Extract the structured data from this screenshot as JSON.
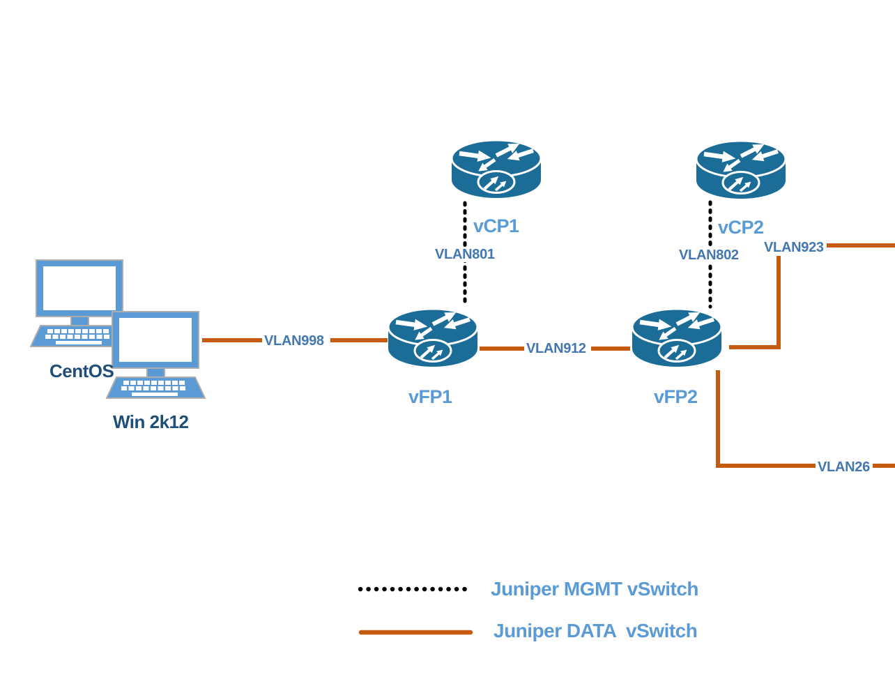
{
  "diagram_type": "network-topology",
  "nodes": {
    "vcp1": "vCP1",
    "vcp2": "vCP2",
    "vfp1": "vFP1",
    "vfp2": "vFP2",
    "host_centos": "CentOS",
    "host_win": "Win 2k12"
  },
  "vlan_labels": {
    "vlan801": "VLAN801",
    "vlan802": "VLAN802",
    "vlan998": "VLAN998",
    "vlan912": "VLAN912",
    "vlan923": "VLAN923",
    "vlan26": "VLAN26"
  },
  "links": [
    {
      "from": "vCP1",
      "to": "vFP1",
      "type": "MGMT",
      "vlan": "VLAN801",
      "style": "black-dashed"
    },
    {
      "from": "vCP2",
      "to": "vFP2",
      "type": "MGMT",
      "vlan": "VLAN802",
      "style": "black-dashed"
    },
    {
      "from": "CentOS / Win 2k12",
      "to": "vFP1",
      "type": "DATA",
      "vlan": "VLAN998",
      "style": "orange-solid"
    },
    {
      "from": "vFP1",
      "to": "vFP2",
      "type": "DATA",
      "vlan": "VLAN912",
      "style": "orange-solid"
    },
    {
      "from": "vFP2",
      "to": "off-canvas-right",
      "type": "DATA",
      "vlan": "VLAN923",
      "style": "orange-solid"
    },
    {
      "from": "vFP2",
      "to": "off-canvas-right",
      "type": "DATA",
      "vlan": "VLAN26",
      "style": "orange-solid"
    }
  ],
  "legend": {
    "mgmt": "Juniper MGMT vSwitch",
    "data": "Juniper DATA  vSwitch"
  },
  "colors": {
    "router_fill": "#1B6D98",
    "data_link": "#C55A11",
    "mgmt_link": "#000000",
    "node_label": "#5B9BD5",
    "vlan_label": "#4377AE",
    "host_label": "#1F4E79",
    "computer_blue": "#5B9BD5",
    "computer_outline": "#ADADAD"
  }
}
